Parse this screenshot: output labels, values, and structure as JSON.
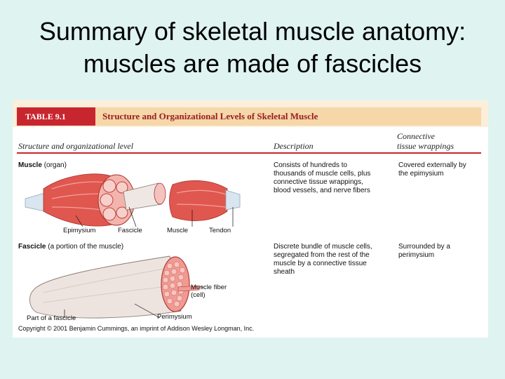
{
  "slide": {
    "title_line1": "Summary of skeletal muscle anatomy:",
    "title_line2": "muscles are made of fascicles"
  },
  "table": {
    "number": "TABLE 9.1",
    "heading": "Structure and Organizational Levels of Skeletal Muscle",
    "col_structure": "Structure and organizational level",
    "col_description": "Description",
    "col_connective_1": "Connective",
    "col_connective_2": "tissue wrappings",
    "rows": [
      {
        "title": "Muscle",
        "subtitle": "(organ)",
        "description": [
          "Consists of hundreds to",
          "thousands of muscle cells, plus",
          "connective tissue wrappings,",
          "blood vessels, and nerve fibers"
        ],
        "wrapping": [
          "Covered externally by",
          "the epimysium"
        ],
        "labels": {
          "epimysium": "Epimysium",
          "fascicle": "Fascicle",
          "muscle": "Muscle",
          "tendon": "Tendon"
        }
      },
      {
        "title": "Fascicle",
        "subtitle": "(a portion of the muscle)",
        "description": [
          "Discrete bundle of muscle cells,",
          "segregated from the rest of the",
          "muscle by a connective tissue",
          "sheath"
        ],
        "wrapping": [
          "Surrounded by a",
          "perimysium"
        ],
        "labels": {
          "fiber_1": "Muscle fiber",
          "fiber_2": "(cell)",
          "perimysium": "Perimysium",
          "part": "Part of a fascicle"
        }
      }
    ],
    "copyright": "Copyright © 2001 Benjamin Cummings, an imprint of Addison Wesley Longman, Inc."
  },
  "colors": {
    "background": "#dff4f1",
    "table_red": "#c8262f",
    "heading_tan": "#f5d7a8",
    "muscle_red": "#e0574f"
  }
}
